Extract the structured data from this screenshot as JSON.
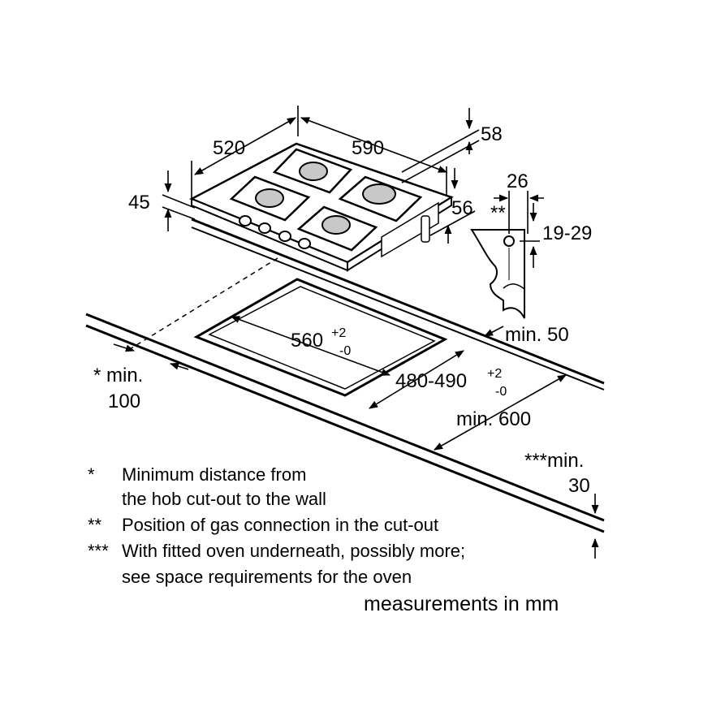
{
  "dimensions": {
    "hob_depth": "520",
    "hob_width": "590",
    "top_clearance": "58",
    "hob_height": "45",
    "under_depth": "56",
    "gas_offset": "26",
    "gas_marker": "**",
    "gas_height": "19-29",
    "cutout_width": "560",
    "cutout_width_tol_plus": "+2",
    "cutout_width_tol_minus": "-0",
    "cutout_depth": "480-490",
    "cutout_depth_tol_plus": "+2",
    "cutout_depth_tol_minus": "-0",
    "min_back": "min. 50",
    "min_wall_mark": "*",
    "min_wall_label": "min.",
    "min_wall_value": "100",
    "min_worktop_depth": "min. 600",
    "min_oven_label": "***min.",
    "min_oven_value": "30"
  },
  "notes": [
    {
      "mark": "*",
      "line1": "Minimum distance from",
      "line2": "the hob cut-out to the wall"
    },
    {
      "mark": "**",
      "line1": "Position of gas connection in the cut-out",
      "line2": ""
    },
    {
      "mark": "***",
      "line1": "With fitted oven underneath, possibly more;",
      "line2": "see space requirements for the oven"
    }
  ],
  "units_label": "measurements in mm"
}
